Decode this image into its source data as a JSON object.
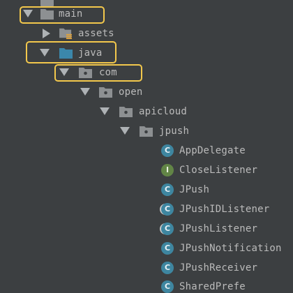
{
  "colors": {
    "background": "#3c3f41",
    "text": "#bbbbbb",
    "highlight": "#f3c84c",
    "folder_gray": "#8d9092",
    "folder_blue": "#3b87ab",
    "class_badge": "#3e86a0",
    "interface_badge": "#628546"
  },
  "tree": {
    "main": {
      "label": "main",
      "icon": "folder-icon",
      "expanded": true
    },
    "assets": {
      "label": "assets",
      "icon": "resource-folder-icon",
      "expanded": false
    },
    "java": {
      "label": "java",
      "icon": "source-folder-icon",
      "expanded": true
    },
    "com": {
      "label": "com",
      "icon": "package-icon",
      "expanded": true
    },
    "open": {
      "label": "open",
      "icon": "package-icon",
      "expanded": true
    },
    "apicloud": {
      "label": "apicloud",
      "icon": "package-icon",
      "expanded": true
    },
    "jpush": {
      "label": "jpush",
      "icon": "package-icon",
      "expanded": true
    },
    "files": [
      {
        "label": "AppDelegate",
        "kind": "class",
        "badge": "C"
      },
      {
        "label": "CloseListener",
        "kind": "interface",
        "badge": "I"
      },
      {
        "label": "JPush",
        "kind": "class",
        "badge": "C"
      },
      {
        "label": "JPushIDListener",
        "kind": "class",
        "badge": "C"
      },
      {
        "label": "JPushListener",
        "kind": "class",
        "badge": "C"
      },
      {
        "label": "JPushNotification",
        "kind": "class",
        "badge": "C"
      },
      {
        "label": "JPushReceiver",
        "kind": "class",
        "badge": "C"
      },
      {
        "label": "SharedPrefe",
        "kind": "class",
        "badge": "C"
      }
    ]
  }
}
